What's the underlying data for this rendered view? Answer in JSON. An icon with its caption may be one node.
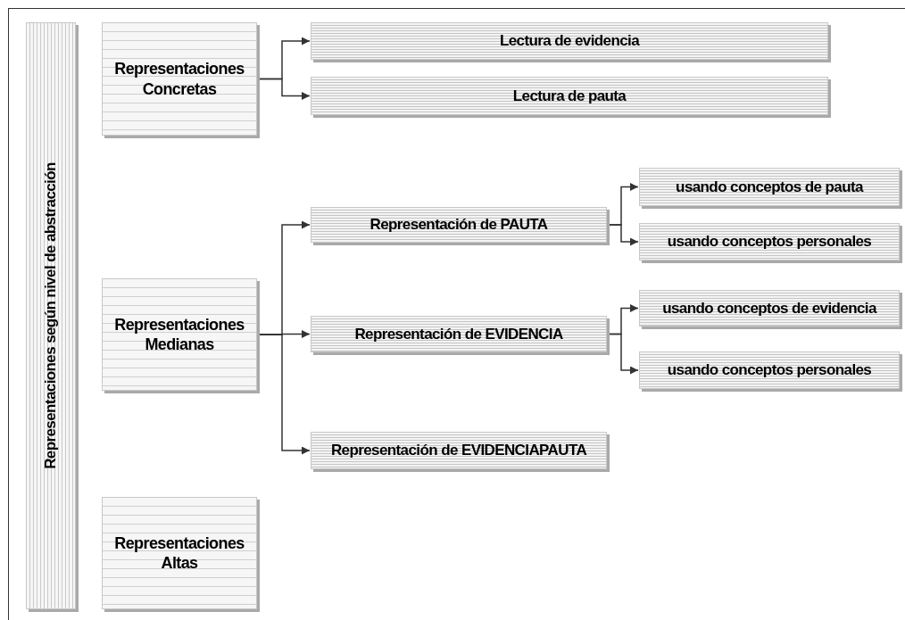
{
  "diagram": {
    "nodes": [
      {
        "text": [
          "Representaciones según nivel de abstracción"
        ]
      },
      {
        "text": [
          "Representaciones Concretas"
        ]
      },
      {
        "text": [
          "Lectura de evidencia"
        ]
      },
      {
        "text": [
          "Lectura de pauta"
        ]
      },
      {
        "text": [
          "Representaciones Medianas"
        ]
      },
      {
        "text": [
          "Representación de PAUTA"
        ]
      },
      {
        "text": [
          "usando conceptos de pauta"
        ]
      },
      {
        "text": [
          "usando conceptos personales"
        ]
      },
      {
        "text": [
          "Representación de EVIDENCIA"
        ]
      },
      {
        "text": [
          "usando conceptos de evidencia"
        ]
      },
      {
        "text": [
          "usando conceptos personales"
        ]
      },
      {
        "text": [
          "Representación de EVIDENCIAPAUTA"
        ]
      },
      {
        "text": [
          "Representaciones Altas"
        ]
      }
    ],
    "edges": [
      {
        "from": 1,
        "to": 2,
        "arrow": "to"
      },
      {
        "from": 1,
        "to": 3,
        "arrow": "to"
      },
      {
        "from": 4,
        "to": 5,
        "arrow": "to"
      },
      {
        "from": 4,
        "to": 8,
        "arrow": "to"
      },
      {
        "from": 4,
        "to": 11,
        "arrow": "to"
      },
      {
        "from": 5,
        "to": 6,
        "arrow": "to"
      },
      {
        "from": 5,
        "to": 7,
        "arrow": "to"
      },
      {
        "from": 8,
        "to": 9,
        "arrow": "to"
      },
      {
        "from": 8,
        "to": 10,
        "arrow": "to"
      }
    ]
  }
}
